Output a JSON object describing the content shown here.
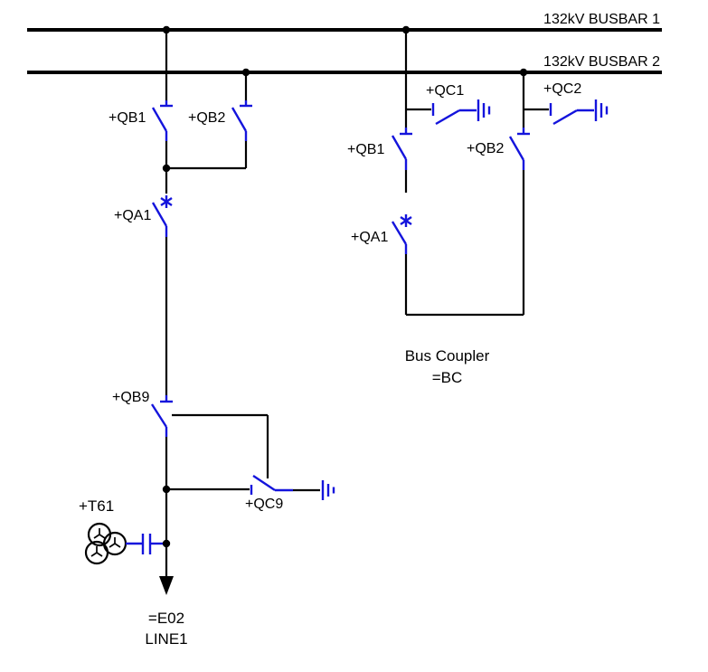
{
  "diagram": {
    "busbars": {
      "b1_label": "132kV BUSBAR 1",
      "b2_label": "132kV BUSBAR 2"
    },
    "line_bay": {
      "qb1": "+QB1",
      "qb2": "+QB2",
      "qa1": "+QA1",
      "qb9": "+QB9",
      "qc9": "+QC9",
      "t61": "+T61",
      "designation": "=E02",
      "name": "LINE1"
    },
    "bus_coupler": {
      "qc1": "+QC1",
      "qc2": "+QC2",
      "qb1": "+QB1",
      "qb2": "+QB2",
      "qa1": "+QA1",
      "title": "Bus Coupler",
      "designation": "=BC"
    },
    "colors": {
      "conductor": "#000000",
      "device": "#1414dc"
    }
  }
}
